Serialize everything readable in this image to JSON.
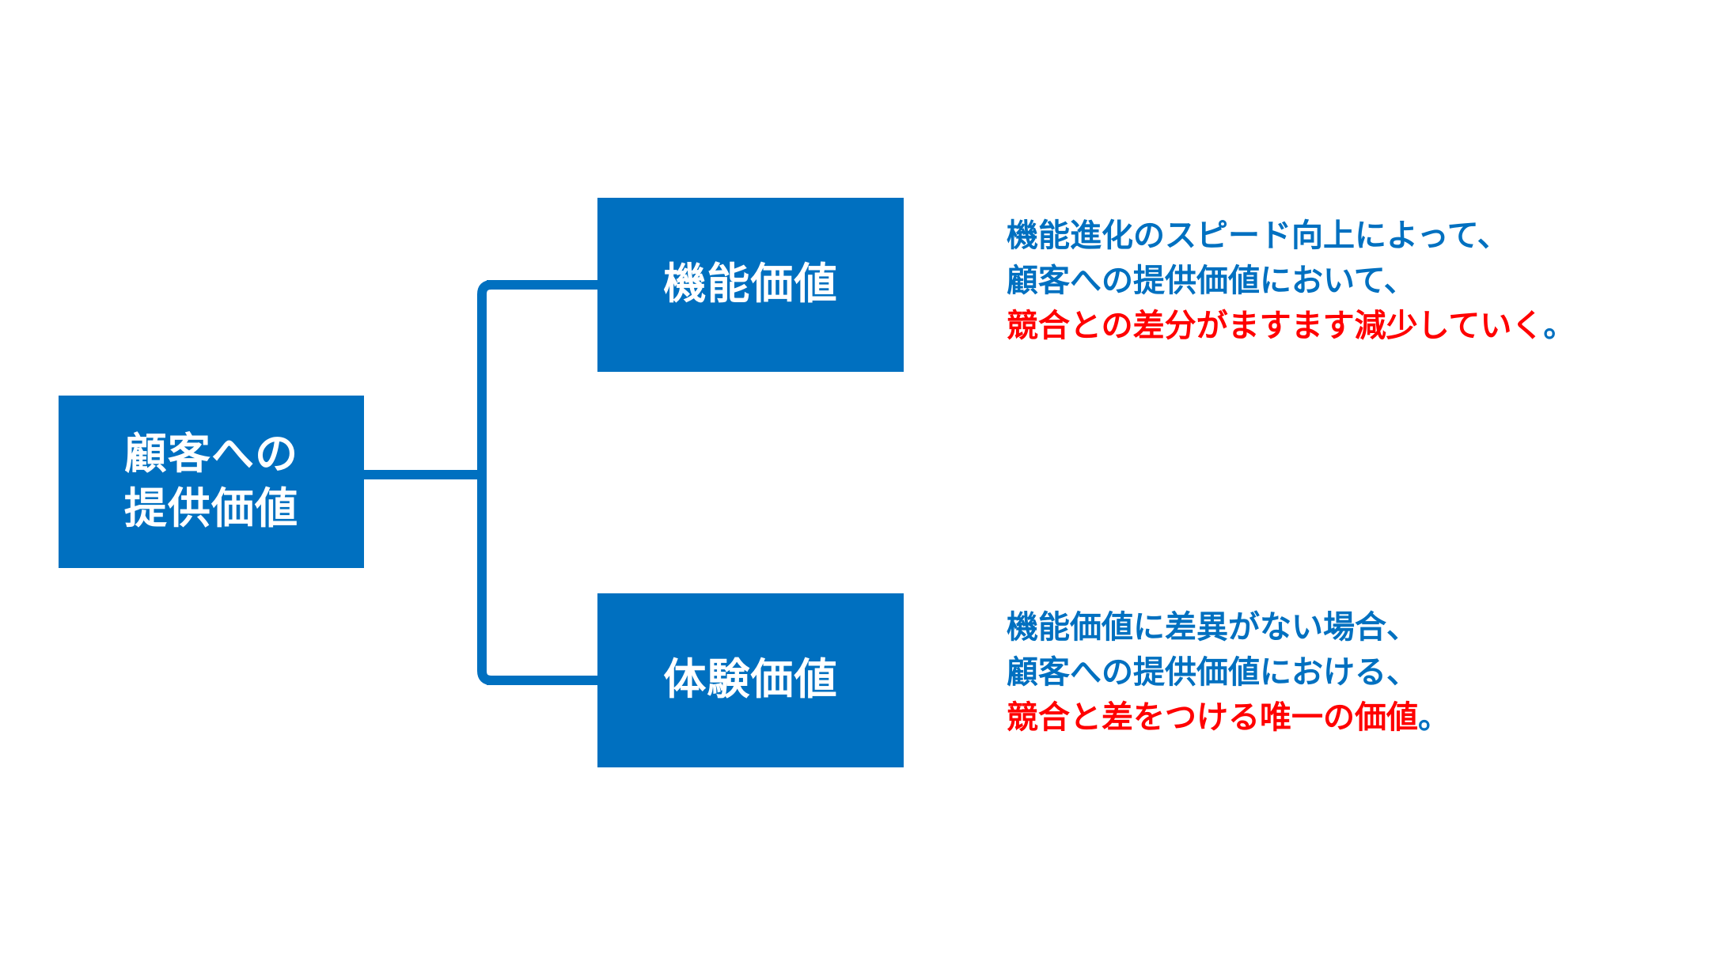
{
  "colors": {
    "box_fill": "#0070c0",
    "box_text": "#ffffff",
    "connector": "#0070c0",
    "accent_blue": "#0070c0",
    "accent_red": "#ff0000",
    "background": "#ffffff"
  },
  "diagram": {
    "type": "tree",
    "root": {
      "label": "顧客への\n提供価値"
    },
    "branches": [
      {
        "node_label": "機能価値",
        "annotation": {
          "lines": [
            {
              "text": "機能進化のスピード向上によって、",
              "color": "blue"
            },
            {
              "text": "顧客への提供価値において、",
              "color": "blue"
            },
            {
              "text": "競合との差分がますます減少していく",
              "color": "red",
              "trailing_period": "。"
            }
          ]
        }
      },
      {
        "node_label": "体験価値",
        "annotation": {
          "lines": [
            {
              "text": "機能価値に差異がない場合、",
              "color": "blue"
            },
            {
              "text": "顧客への提供価値における、",
              "color": "blue"
            },
            {
              "text": "競合と差をつける唯一の価値",
              "color": "red",
              "trailing_period": "。"
            }
          ]
        }
      }
    ]
  }
}
